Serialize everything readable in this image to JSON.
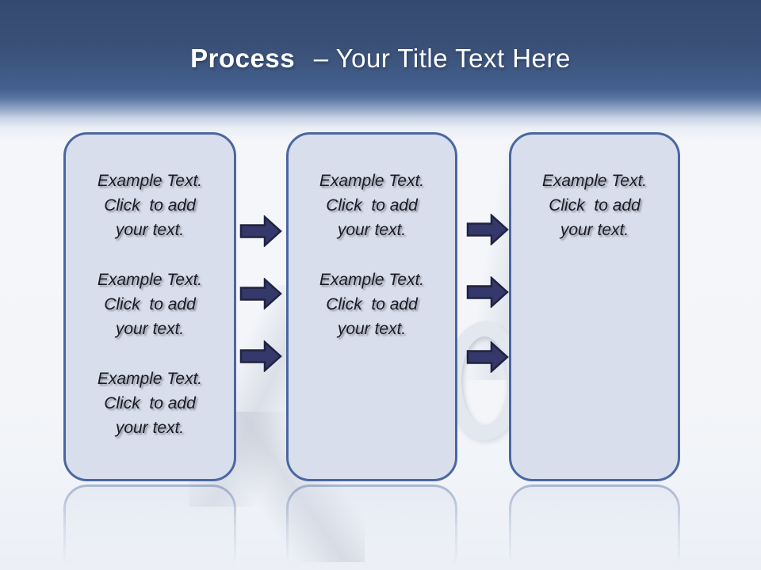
{
  "title": {
    "keyword": "Process",
    "rest": "– Your Title Text Here"
  },
  "boxes": [
    {
      "name": "step-1",
      "paragraphs": [
        "Example Text.\nClick  to add\nyour text.",
        "Example Text.\nClick  to add\nyour text.",
        "Example Text.\nClick  to add\nyour text."
      ]
    },
    {
      "name": "step-2",
      "paragraphs": [
        "Example Text.\nClick  to add\nyour text.",
        "Example Text.\nClick  to add\nyour text."
      ]
    },
    {
      "name": "step-3",
      "paragraphs": [
        "Example Text.\nClick  to add\nyour text."
      ]
    }
  ],
  "icons": {
    "arrow": "right-block-arrow"
  },
  "colors": {
    "header_blue_top": "#344A71",
    "header_blue_bottom": "#44608F",
    "title_text": "#FFFFFF",
    "box_fill": "#D9DEEC",
    "box_border": "#4A67A0",
    "arrow_fill": "#34386A",
    "arrow_outline": "#202340",
    "body_background": "#F3F5F9"
  }
}
